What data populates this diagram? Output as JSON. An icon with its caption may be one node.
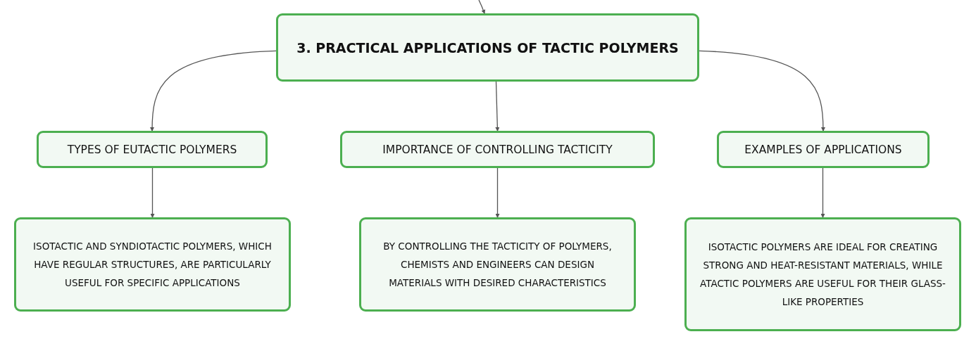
{
  "diagram": {
    "nodes": [
      {
        "text": [
          "3. PRACTICAL APPLICATIONS OF TACTIC POLYMERS"
        ]
      },
      {
        "text": [
          "TYPES OF EUTACTIC POLYMERS"
        ]
      },
      {
        "text": [
          "IMPORTANCE OF CONTROLLING TACTICITY"
        ]
      },
      {
        "text": [
          "EXAMPLES OF APPLICATIONS"
        ]
      },
      {
        "text": [
          "ISOTACTIC AND SYNDIOTACTIC POLYMERS, WHICH HAVE REGULAR STRUCTURES, ARE PARTICULARLY USEFUL FOR SPECIFIC APPLICATIONS"
        ]
      },
      {
        "text": [
          "BY CONTROLLING THE TACTICITY OF POLYMERS, CHEMISTS AND ENGINEERS CAN DESIGN MATERIALS WITH DESIRED CHARACTERISTICS"
        ]
      },
      {
        "text": [
          "ISOTACTIC POLYMERS ARE IDEAL FOR CREATING STRONG AND HEAT-RESISTANT MATERIALS, WHILE ATACTIC POLYMERS ARE USEFUL FOR THEIR GLASS-LIKE PROPERTIES"
        ]
      }
    ],
    "edges": [
      {
        "from": null,
        "to": 0,
        "arrow": "to"
      },
      {
        "from": 0,
        "to": 1,
        "arrow": "to"
      },
      {
        "from": 0,
        "to": 2,
        "arrow": "to"
      },
      {
        "from": 0,
        "to": 3,
        "arrow": "to"
      },
      {
        "from": 1,
        "to": 4,
        "arrow": "to"
      },
      {
        "from": 2,
        "to": 5,
        "arrow": "to"
      },
      {
        "from": 3,
        "to": 6,
        "arrow": "to"
      }
    ]
  }
}
